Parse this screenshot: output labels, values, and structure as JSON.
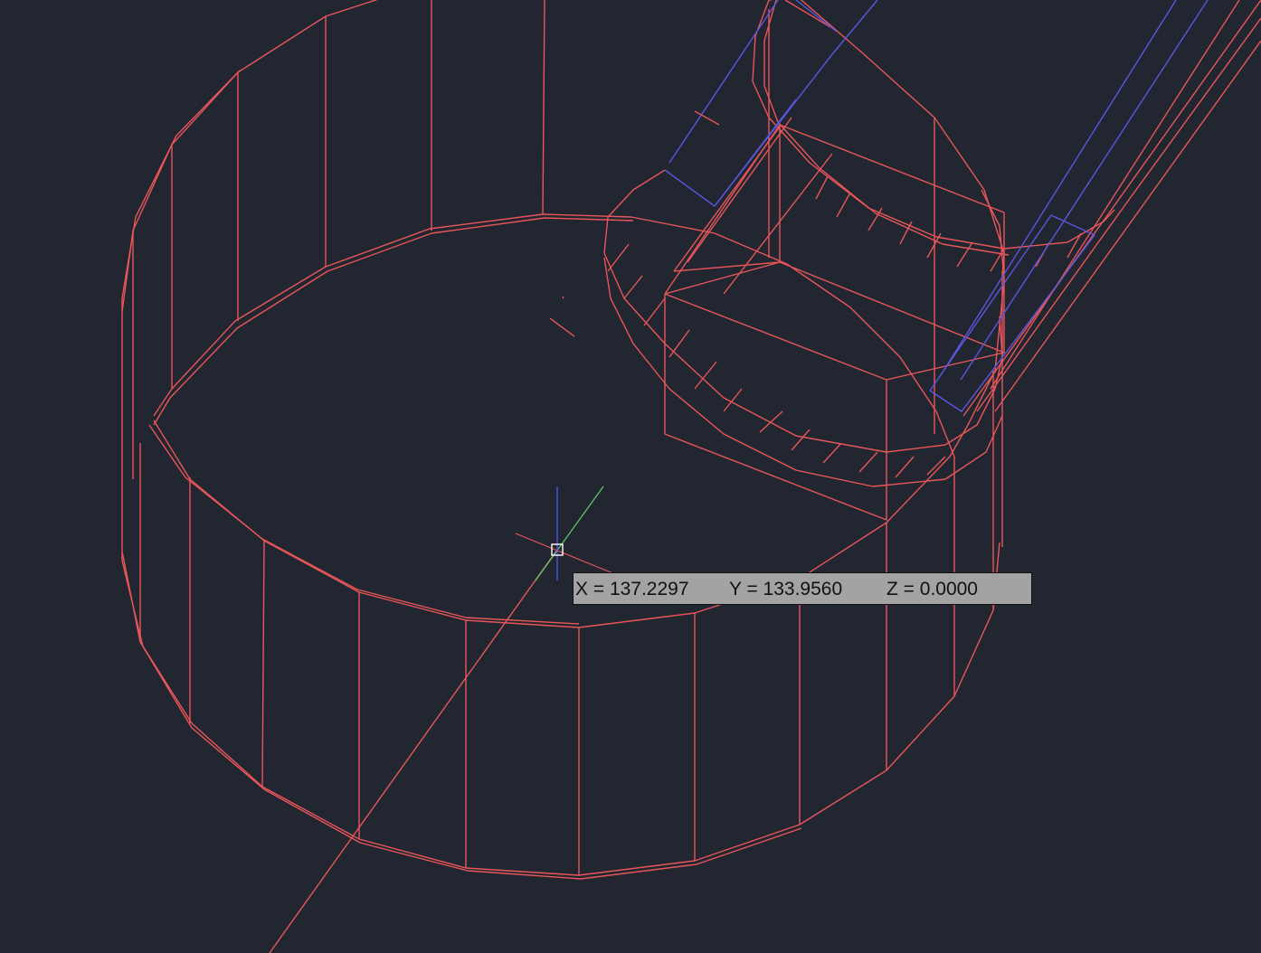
{
  "coordinate_readout": {
    "x_text": "X = 137.2297",
    "y_text": "Y = 133.9560",
    "z_text": "Z = 0.0000"
  },
  "colors": {
    "background": "#212630",
    "wireframe": "#e8565a",
    "secondary_wire": "#5b56e0",
    "ucs_x_axis": "#e8565a",
    "ucs_y_axis": "#5fd06a",
    "ucs_z_axis": "#4a56e8",
    "tooltip_background": "#a3a3a3"
  },
  "icons": {
    "cursor": "crosshair-pickbox-cursor",
    "ucs": "ucs-axes-icon"
  }
}
